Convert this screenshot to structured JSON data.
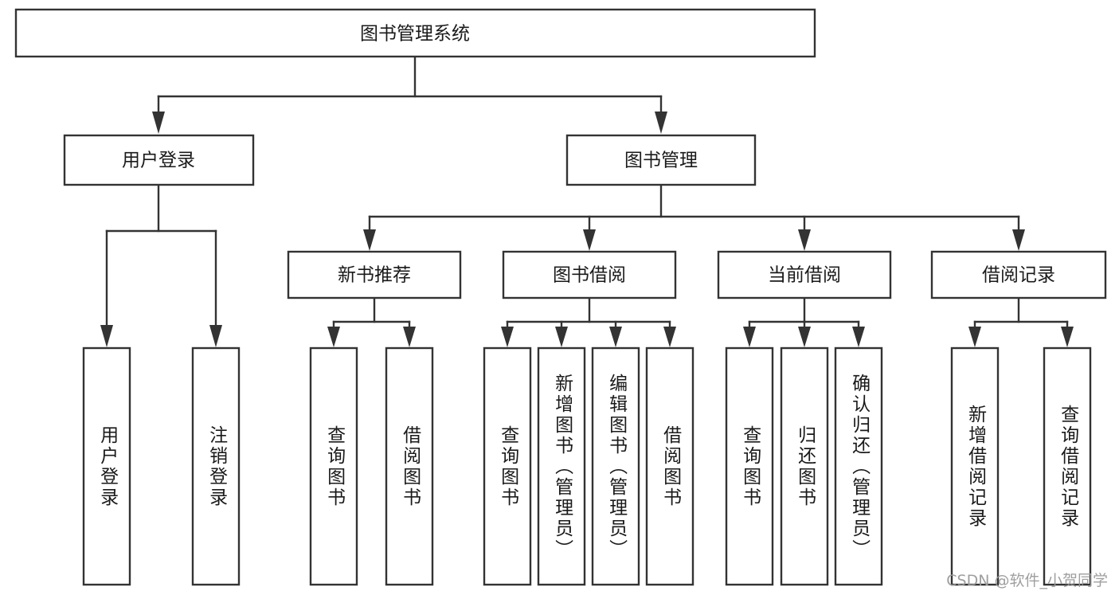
{
  "diagram": {
    "title": "图书管理系统",
    "type": "tree-hierarchy-chart",
    "watermark": "CSDN @软件_小贺同学",
    "colors": {
      "stroke": "#333333",
      "fill": "#ffffff",
      "text": "#1a1a1a",
      "watermark": "#9a9a9a"
    },
    "root": {
      "label": "图书管理系统"
    },
    "level2": [
      {
        "label": "用户登录"
      },
      {
        "label": "图书管理"
      }
    ],
    "level3": [
      {
        "label": "新书推荐"
      },
      {
        "label": "图书借阅"
      },
      {
        "label": "当前借阅"
      },
      {
        "label": "借阅记录"
      }
    ],
    "leaves": {
      "user_login": [
        {
          "label": "用户登录"
        },
        {
          "label": "注销登录"
        }
      ],
      "new_book_recommend": [
        {
          "label": "查询图书"
        },
        {
          "label": "借阅图书"
        }
      ],
      "book_borrow": [
        {
          "label": "查询图书"
        },
        {
          "label": "新增图书（管理员）"
        },
        {
          "label": "编辑图书（管理员）"
        },
        {
          "label": "借阅图书"
        }
      ],
      "current_borrow": [
        {
          "label": "查询图书"
        },
        {
          "label": "归还图书"
        },
        {
          "label": "确认归还（管理员）"
        }
      ],
      "borrow_record": [
        {
          "label": "新增借阅记录"
        },
        {
          "label": "查询借阅记录"
        }
      ]
    }
  }
}
